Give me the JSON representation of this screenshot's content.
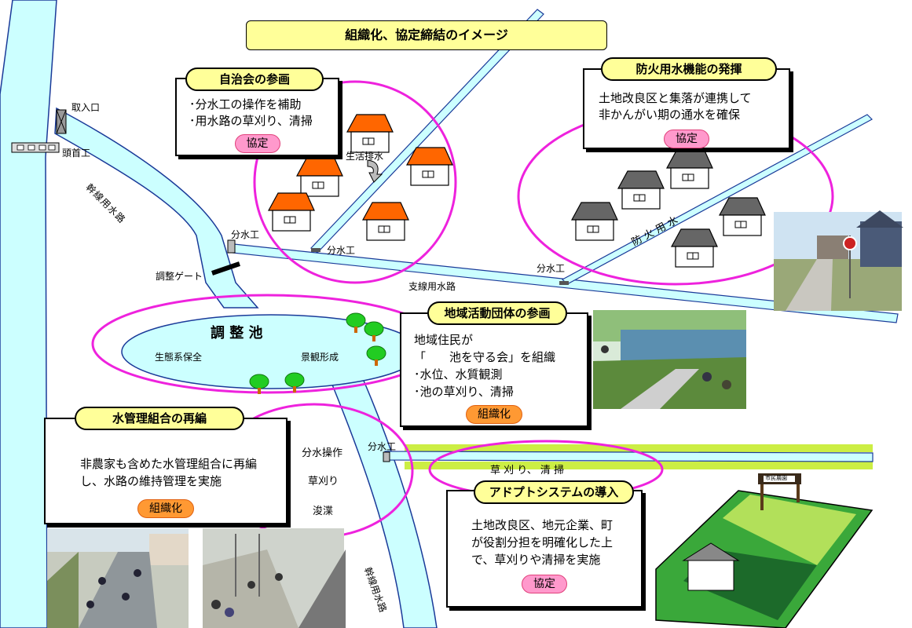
{
  "title": "組織化、協定締結のイメージ",
  "labels": {
    "intake": "取入口",
    "headworks": "頭首工",
    "main_canal_1": "幹線用水路",
    "main_canal_2": "幹線用水路",
    "branch_canal": "支線用水路",
    "bunsuiko_1": "分水工",
    "bunsuiko_2": "分水工",
    "bunsuiko_3": "分水工",
    "bunsuiko_4": "分水工",
    "adjust_gate": "調整ゲート",
    "domestic_drain": "生活排水",
    "fire_water": "防 火 用 水",
    "pond": "調 整 池",
    "ecosystem": "生態系保全",
    "landscape": "景観形成",
    "op_bunsui": "分水操作",
    "op_kusakari": "草刈り",
    "op_shunsetsu": "浚渫",
    "weeding_strip": "草 刈 り、 清 掃",
    "farm_sign": "市民農園"
  },
  "boxes": {
    "jichikai": {
      "header": "自治会の参画",
      "lines": [
        "･分水工の操作を補助",
        "･用水路の草刈り、清掃"
      ],
      "badge": "協定"
    },
    "bouka": {
      "header": "防火用水機能の発揮",
      "lines": [
        "土地改良区と集落が連携して",
        "非かんがい期の通水を確保"
      ],
      "badge": "協定"
    },
    "chiiki": {
      "header": "地域活動団体の参画",
      "lines": [
        "地域住民が",
        "「　　池を守る会」を組織",
        "･水位、水質観測",
        "･池の草刈り、清掃"
      ],
      "badge": "組織化"
    },
    "mizukanri": {
      "header": "水管理組合の再編",
      "lines": [
        "非農家も含めた水管理組合に再編",
        "し、水路の維持管理を実施"
      ],
      "badge": "組織化"
    },
    "adopt": {
      "header": "アドプトシステムの導入",
      "lines": [
        "土地改良区、地元企業、町",
        "が役割分担を明確化した上",
        "で、草刈りや清掃を実施"
      ],
      "badge": "協定"
    }
  },
  "colors": {
    "water": "#ccffff",
    "water_stroke": "#1a3a99",
    "ellipse": "#ee22dd",
    "roof_orange": "#ff6600",
    "roof_gray": "#666666",
    "strip_green": "#ccee44",
    "pill_fill": "#ffff99",
    "badge_pink": "#ff99cc",
    "badge_orange": "#ff9933"
  }
}
